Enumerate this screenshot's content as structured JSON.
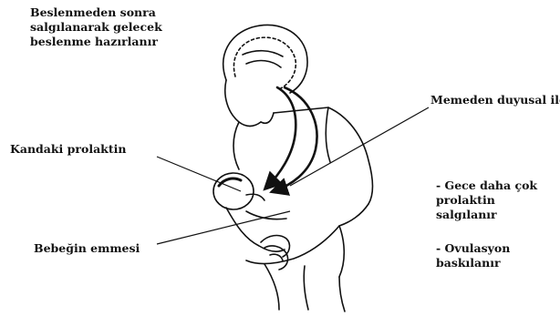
{
  "labels": {
    "top": [
      "Beslenmeden sonra",
      "salgılanarak gelecek",
      "beslenme hazırlanır"
    ],
    "right": "Memeden duyusal ileti",
    "prolactin": "Kandaki prolaktin",
    "suckling": "Bebeğin emmesi",
    "night": [
      "- Gece daha çok",
      "prolaktin",
      "salgılanır"
    ],
    "ovulation": [
      "- Ovulasyon",
      "baskılanır"
    ]
  },
  "colors": {
    "ink": "#111111",
    "background": "#ffffff"
  }
}
